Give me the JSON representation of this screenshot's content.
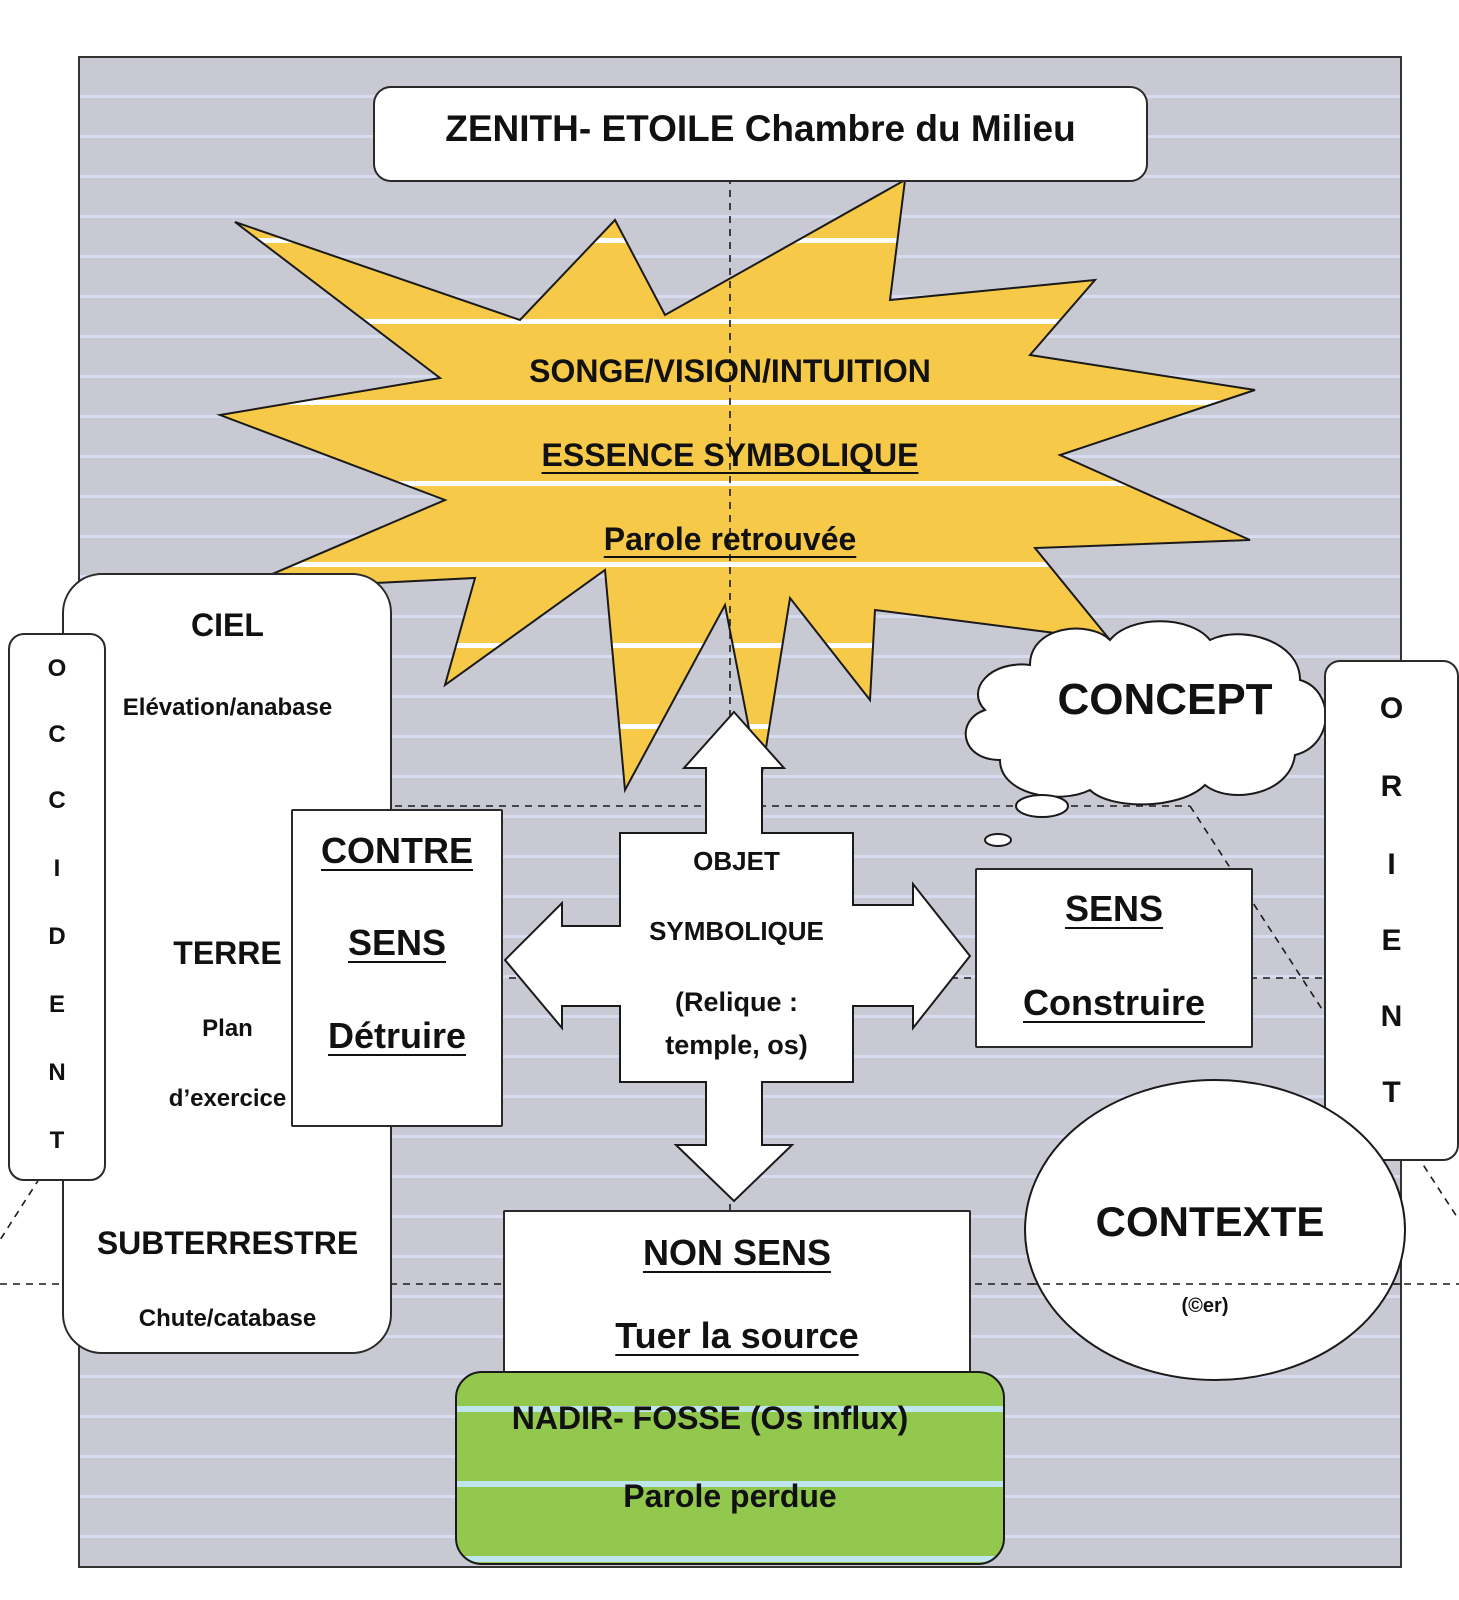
{
  "zenith_title": "ZENITH- ETOILE Chambre du Milieu",
  "star": {
    "line1": "SONGE/VISION/INTUITION",
    "line2": "ESSENCE SYMBOLIQUE",
    "line3": "Parole retrouvée"
  },
  "left_panel": {
    "ciel": "CIEL",
    "elevation": "Elévation/anabase",
    "terre": "TERRE",
    "plan": "Plan",
    "exercice": "d’exercice",
    "subterrestre": "SUBTERRESTRE",
    "chute": "Chute/catabase"
  },
  "occident_letters": [
    "O",
    "C",
    "C",
    "I",
    "D",
    "E",
    "N",
    "T"
  ],
  "orient_letters": [
    "O",
    "R",
    "I",
    "E",
    "N",
    "T"
  ],
  "contre_sens": {
    "line1": "CONTRE",
    "line2": "SENS",
    "line3": "Détruire"
  },
  "objet": {
    "line1": "OBJET",
    "line2": "SYMBOLIQUE",
    "line3": "(Relique :",
    "line4": "temple, os)"
  },
  "concept": "CONCEPT",
  "sens_box": {
    "line1": "SENS",
    "line2": "Construire"
  },
  "contexte": {
    "title": "CONTEXTE",
    "copyright": "(©er)"
  },
  "non_sens": {
    "line1": "NON SENS",
    "line2": "Tuer la source"
  },
  "nadir": {
    "line1": "NADIR- FOSSE (Os  influx)",
    "line2": "Parole perdue"
  },
  "colors": {
    "background": "#c9c9d4",
    "stripe": "#d8dcf0",
    "star_fill": "#f7c948",
    "nadir_fill": "#92c84e",
    "box_fill": "#ffffff",
    "line": "#1a1a1a"
  }
}
